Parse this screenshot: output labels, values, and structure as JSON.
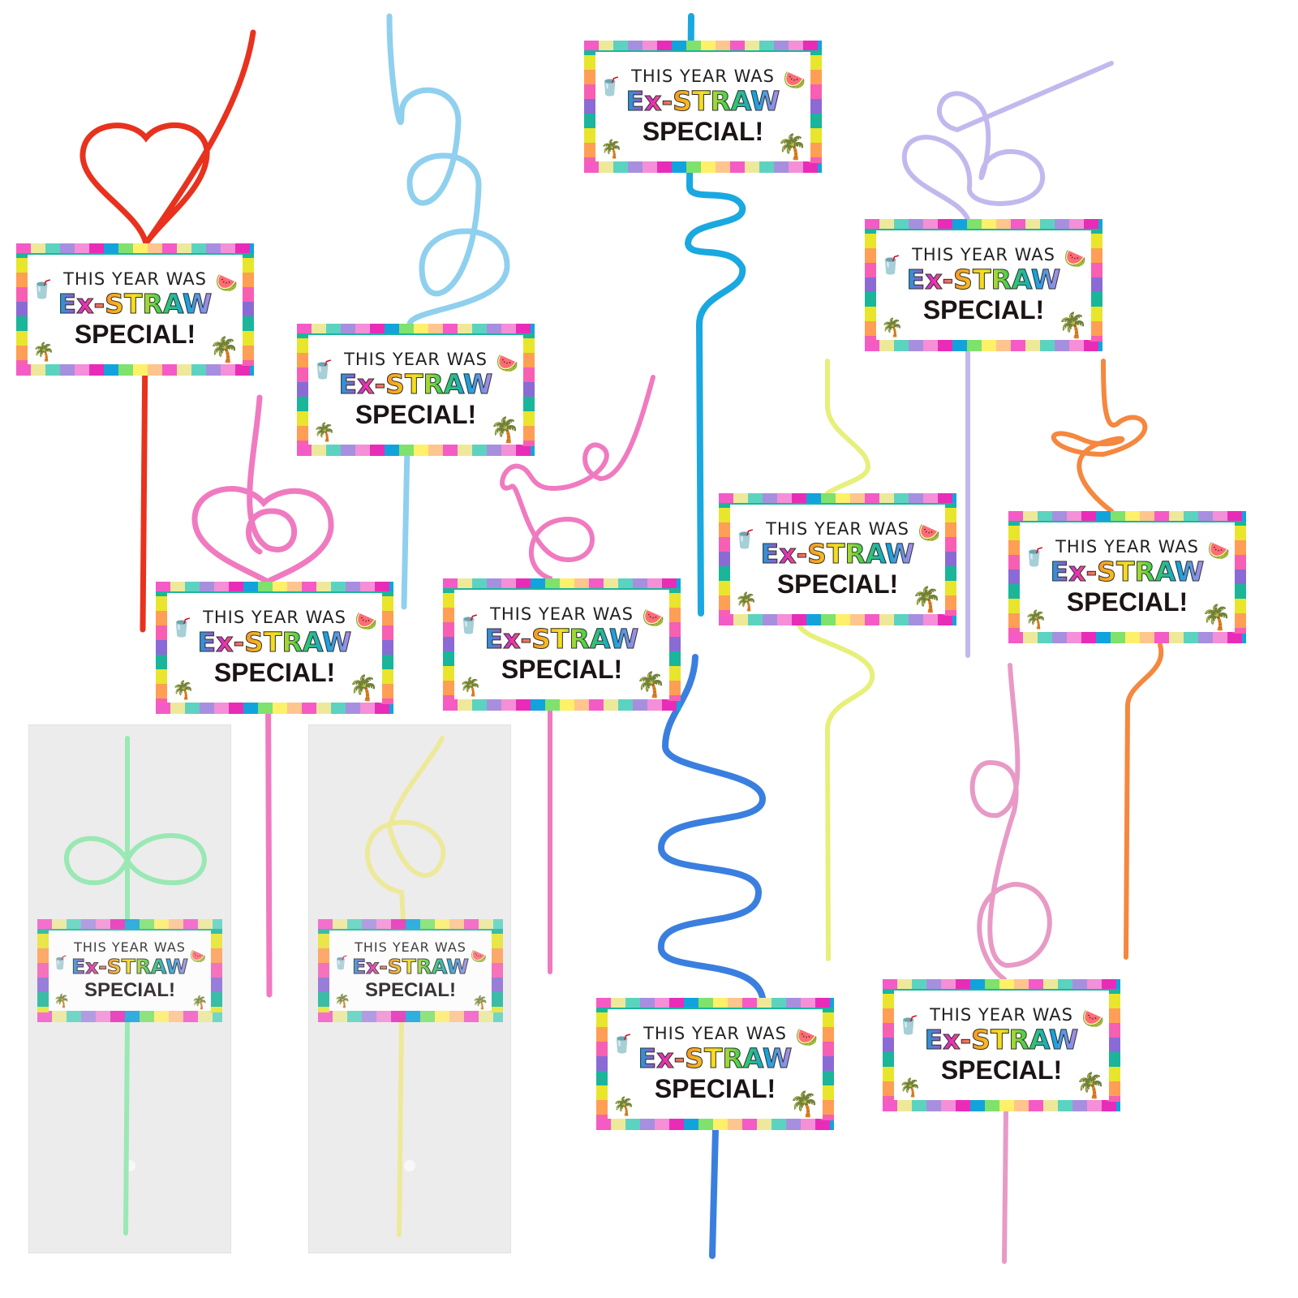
{
  "card_text": {
    "line1": "THIS YEAR WAS",
    "line2": "Ex-STRAW",
    "line3": "SPECIAL!"
  },
  "cards": [
    {
      "straw": "heart",
      "color": "#e8321e"
    },
    {
      "straw": "three-loops",
      "color": "#8fd0ee"
    },
    {
      "straw": "spiral",
      "color": "#1aa8e0"
    },
    {
      "straw": "three-loops",
      "color": "#c3b8ee"
    },
    {
      "straw": "heart-loop",
      "color": "#f07ac0"
    },
    {
      "straw": "loops",
      "color": "#f07ac0"
    },
    {
      "straw": "curly",
      "color": "#e6f07a"
    },
    {
      "straw": "bow",
      "color": "#f5873e"
    },
    {
      "straw": "wavy",
      "color": "#3a7fe0"
    },
    {
      "straw": "loops",
      "color": "#e89ac6"
    },
    {
      "straw": "infinity",
      "color": "#9ae8b4",
      "packaged": true
    },
    {
      "straw": "loop",
      "color": "#eee99a",
      "packaged": true
    }
  ],
  "icons": [
    "smoothie-jar-icon",
    "watermelon-icon",
    "palm-tree-icon"
  ]
}
